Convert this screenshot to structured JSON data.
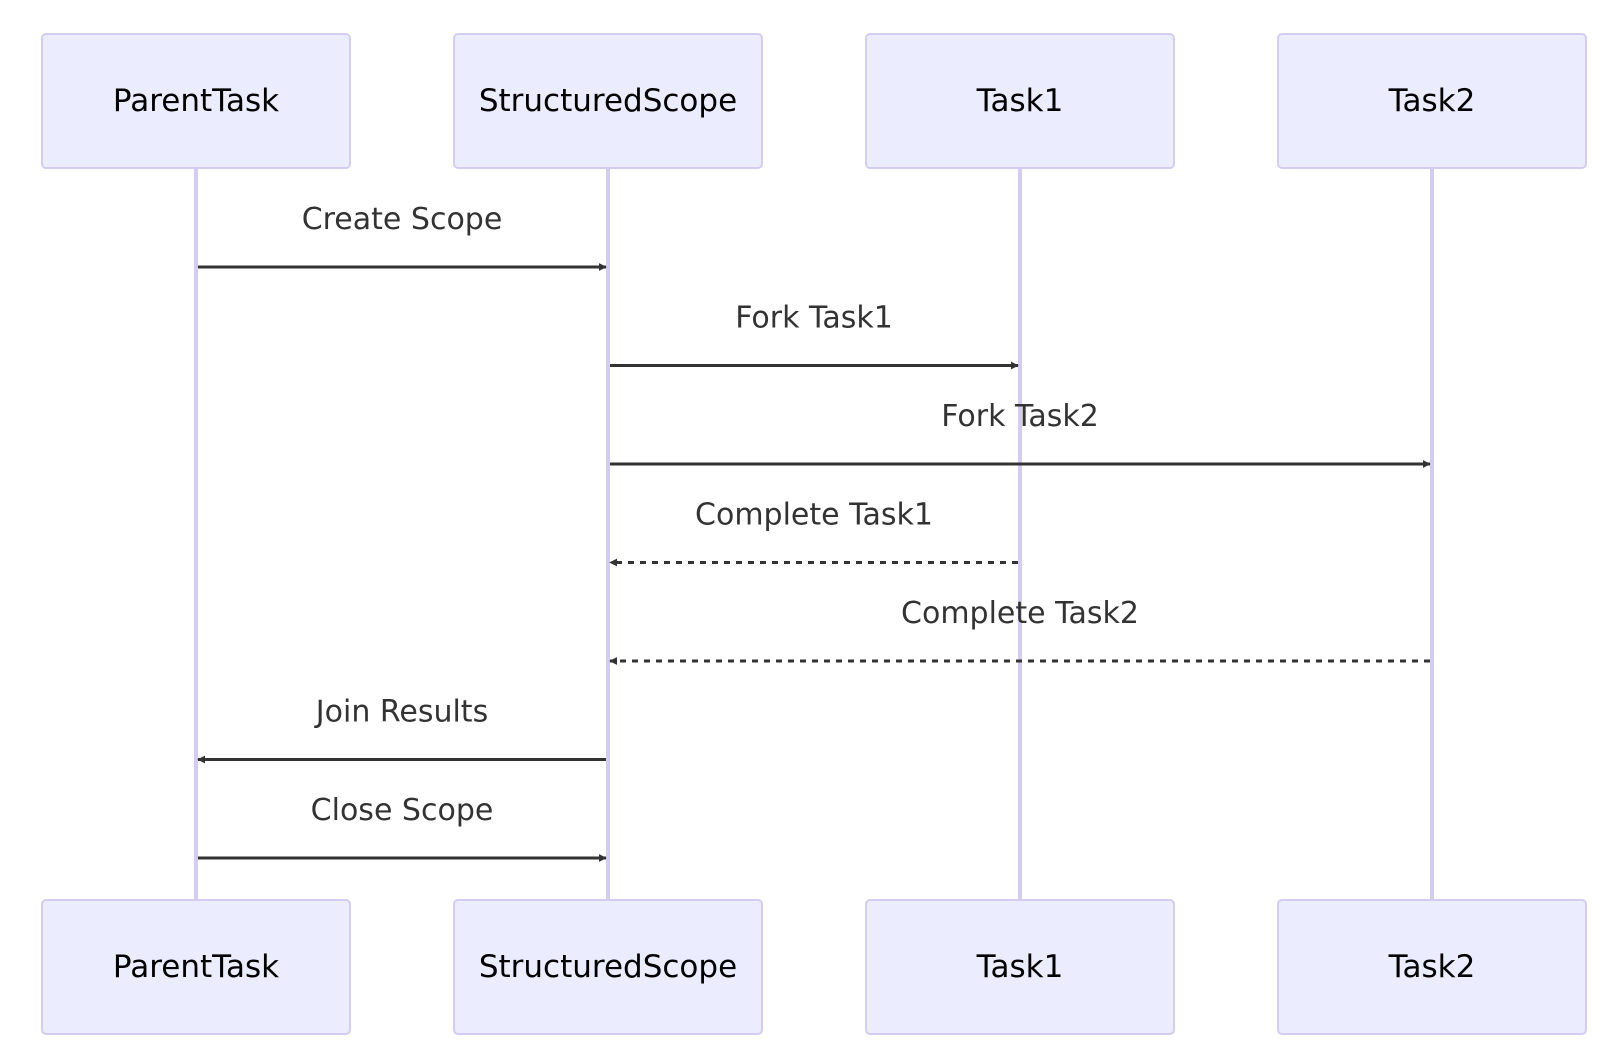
{
  "diagram": {
    "type": "sequence",
    "colors": {
      "actor_fill": "#ECECFF",
      "actor_border": "#D4CDF1",
      "lifeline": "#D4CDF1",
      "message": "#333333"
    },
    "participants": [
      {
        "id": "parent",
        "label": "ParentTask"
      },
      {
        "id": "scope",
        "label": "StructuredScope"
      },
      {
        "id": "task1",
        "label": "Task1"
      },
      {
        "id": "task2",
        "label": "Task2"
      }
    ],
    "messages": [
      {
        "from": "parent",
        "to": "scope",
        "label": "Create Scope",
        "style": "solid"
      },
      {
        "from": "scope",
        "to": "task1",
        "label": "Fork Task1",
        "style": "solid"
      },
      {
        "from": "scope",
        "to": "task2",
        "label": "Fork Task2",
        "style": "solid"
      },
      {
        "from": "task1",
        "to": "scope",
        "label": "Complete Task1",
        "style": "dashed"
      },
      {
        "from": "task2",
        "to": "scope",
        "label": "Complete Task2",
        "style": "dashed"
      },
      {
        "from": "scope",
        "to": "parent",
        "label": "Join Results",
        "style": "solid"
      },
      {
        "from": "parent",
        "to": "scope",
        "label": "Close Scope",
        "style": "solid"
      }
    ]
  }
}
